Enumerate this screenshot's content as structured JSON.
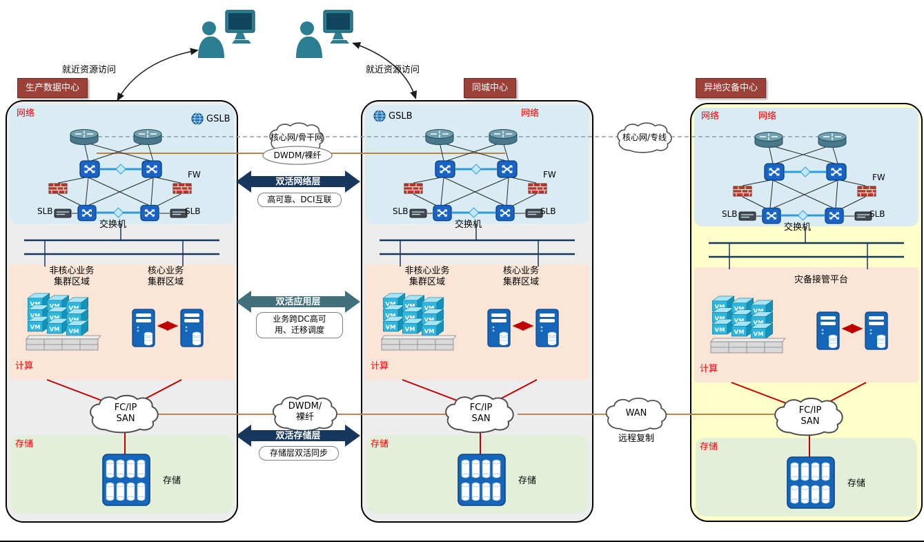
{
  "access": {
    "label_left": "就近资源访问",
    "label_right": "就近资源访问"
  },
  "icons": {
    "vm_label": "VM"
  },
  "centers": [
    {
      "title": "生产数据中心",
      "network_label": "网络",
      "gslb_label": "GSLB",
      "fw_label": "FW",
      "slb_left_label": "SLB",
      "slb_right_label": "SLB",
      "switch_label": "交换机",
      "cluster_left_label": "非核心业务\n集群区域",
      "cluster_right_label": "核心业务\n集群区域",
      "compute_label": "计算",
      "san_label": "FC/IP\nSAN",
      "storage_area_label": "存储",
      "storage_device_label": "存储"
    },
    {
      "title": "同城中心",
      "network_label": "网络",
      "gslb_label": "GSLB",
      "fw_label": "FW",
      "slb_left_label": "SLB",
      "slb_right_label": "SLB",
      "switch_label": "交换机",
      "cluster_left_label": "非核心业务\n集群区域",
      "cluster_right_label": "核心业务\n集群区域",
      "compute_label": "计算",
      "san_label": "FC/IP\nSAN",
      "storage_area_label": "存储",
      "storage_device_label": "存储"
    },
    {
      "title": "异地灾备中心",
      "network_label": "网络",
      "network_label_2": "网络",
      "fw_label": "FW",
      "slb_left_label": "SLB",
      "slb_right_label": "SLB",
      "switch_label": "交换机",
      "platform_label": "灾备接管平台",
      "compute_label": "计算",
      "san_label": "FC/IP\nSAN",
      "storage_area_label": "存储",
      "storage_device_label": "存储"
    }
  ],
  "links": {
    "core_backbone_label": "核心网/骨干网",
    "dwdm_top_label": "DWDM/裸纤",
    "network_layer_label": "双活网络层",
    "network_layer_desc": "高可靠、DCI互联",
    "app_layer_label": "双活应用层",
    "app_layer_desc": "业务跨DC高可\n用、迁移调度",
    "dwdm_cloud_label": "DWDM/\n裸纤",
    "storage_layer_label": "双活存储层",
    "storage_layer_desc": "存储层双活同步",
    "core_line_label": "核心网/专线",
    "wan_label": "WAN",
    "wan_desc": "远程复制"
  },
  "colors": {
    "title_bar": "#9c4137",
    "network_section": "#d9ebf3",
    "compute_section": "#fbe5d6",
    "storage_section": "#e3efd9",
    "dr_center_bg": "#ffffc9",
    "navy_arrow": "#17375e",
    "teal_arrow": "#40707c",
    "red_line": "#c00000",
    "fiber_line": "#b5854b"
  }
}
